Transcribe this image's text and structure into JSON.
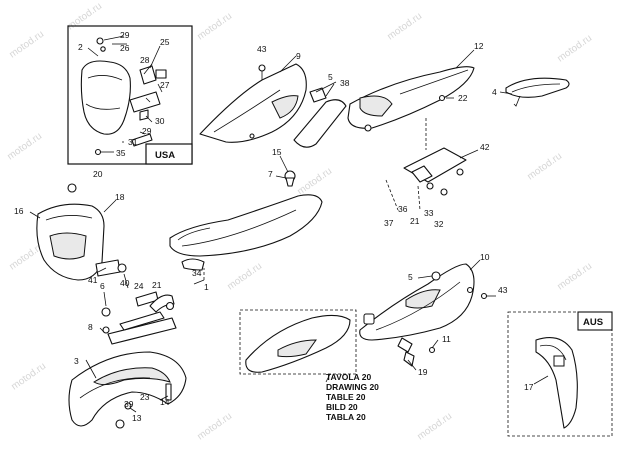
{
  "watermark": "motod.ru",
  "labels": {
    "l1": "1",
    "l2": "2",
    "l3": "3",
    "l4": "4",
    "l5": "5",
    "l5b": "5",
    "l6": "6",
    "l7": "7",
    "l8": "8",
    "l9": "9",
    "l10": "10",
    "l11": "11",
    "l12": "12",
    "l13": "13",
    "l14": "14",
    "l15": "15",
    "l16": "16",
    "l17": "17",
    "l18": "18",
    "l19": "19",
    "l20": "20",
    "l21": "21",
    "l21b": "21",
    "l22": "22",
    "l23": "23",
    "l24": "24",
    "l25": "25",
    "l26": "26",
    "l27": "27",
    "l28": "28",
    "l29": "29",
    "l29b": "29",
    "l30": "30",
    "l31": "31",
    "l32": "32",
    "l33": "33",
    "l34": "34",
    "l35": "35",
    "l36": "36",
    "l37": "37",
    "l38": "38",
    "l39": "39",
    "l40": "40",
    "l41": "41",
    "l42": "42",
    "l43": "43",
    "l43b": "43"
  },
  "boxes": {
    "usa": "USA",
    "aus": "AUS"
  },
  "callout": [
    "TAVOLA 20",
    "DRAWING 20",
    "TABLE 20",
    "BILD 20",
    "TABLA 20"
  ]
}
